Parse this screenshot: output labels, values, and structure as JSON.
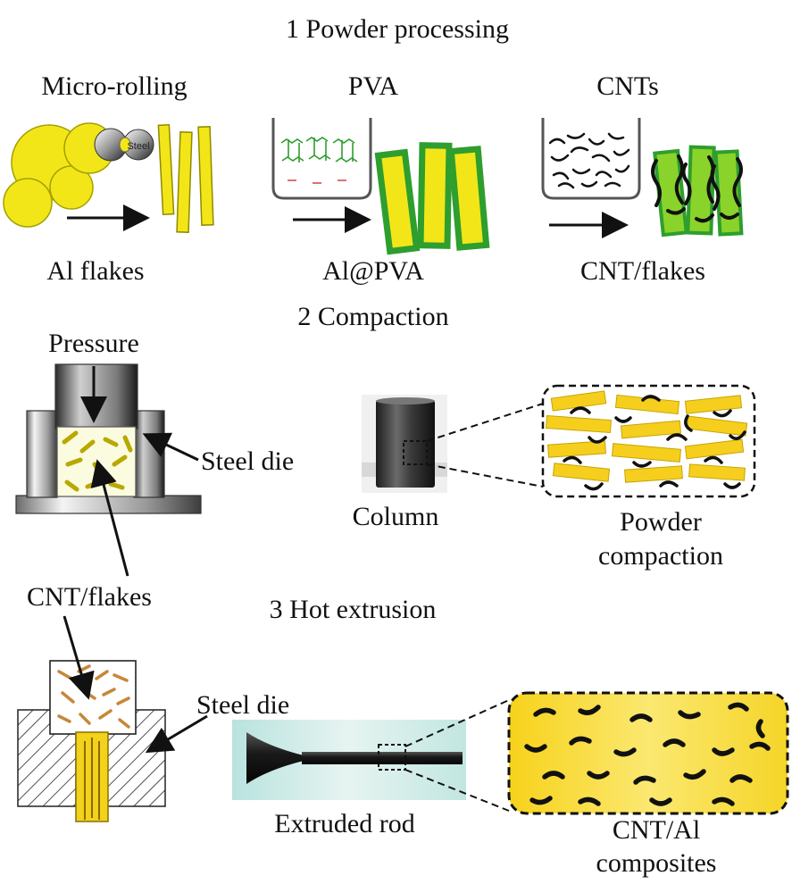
{
  "sections": {
    "powder_processing": "1 Powder processing",
    "compaction": "2 Compaction",
    "hot_extrusion": "3 Hot extrusion"
  },
  "step1": {
    "micro_rolling": "Micro-rolling",
    "pva": "PVA",
    "cnts": "CNTs",
    "al_flakes": "Al flakes",
    "al_pva": "Al@PVA",
    "cnt_flakes": "CNT/flakes",
    "ball_label": "Steel"
  },
  "step2": {
    "pressure": "Pressure",
    "steel_die": "Steel die",
    "column": "Column",
    "powder_compaction_1": "Powder",
    "powder_compaction_2": "compaction",
    "cnt_flakes": "CNT/flakes"
  },
  "step3": {
    "steel_die": "Steel die",
    "extruded_rod": "Extruded rod",
    "composites_1": "CNT/Al",
    "composites_2": "composites"
  },
  "colors": {
    "al_yellow": "#f2e619",
    "pva_green": "#2e9e2e",
    "cnt_black": "#111111",
    "flake_orange": "#c8873a"
  }
}
